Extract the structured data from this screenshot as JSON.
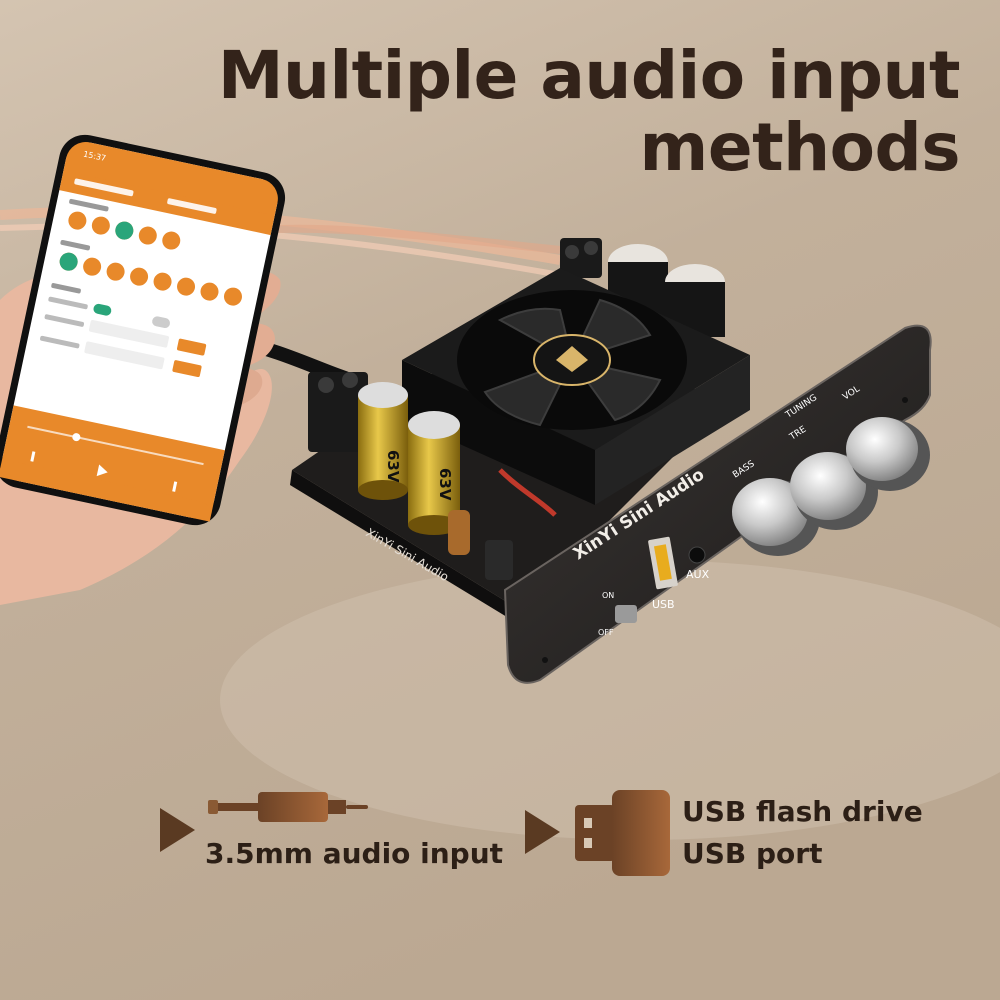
{
  "headline": {
    "line1": "Multiple audio input",
    "line2": "methods"
  },
  "board": {
    "brand": "XinYi Sini Audio",
    "brand_pcb": "XinYi Sini Audio",
    "knob_labels": {
      "tuning": "TUNING",
      "bass": "BASS",
      "treble": "TRE",
      "volume": "VOL"
    },
    "port_labels": {
      "usb": "USB",
      "aux": "AUX"
    },
    "switch_labels": {
      "on": "ON",
      "off": "OFF"
    },
    "capacitor_text": "63V"
  },
  "phone": {
    "time": "15:37"
  },
  "features": [
    {
      "icon": "audio-jack-icon",
      "label": "3.5mm audio input"
    },
    {
      "icon": "usb-drive-icon",
      "line1": "USB flash drive",
      "line2": "USB port"
    }
  ],
  "colors": {
    "accent": "#e8892a",
    "icon_brown": "#5a3a22",
    "text_dark": "#2c1f16",
    "background": "#c7b7a4"
  }
}
